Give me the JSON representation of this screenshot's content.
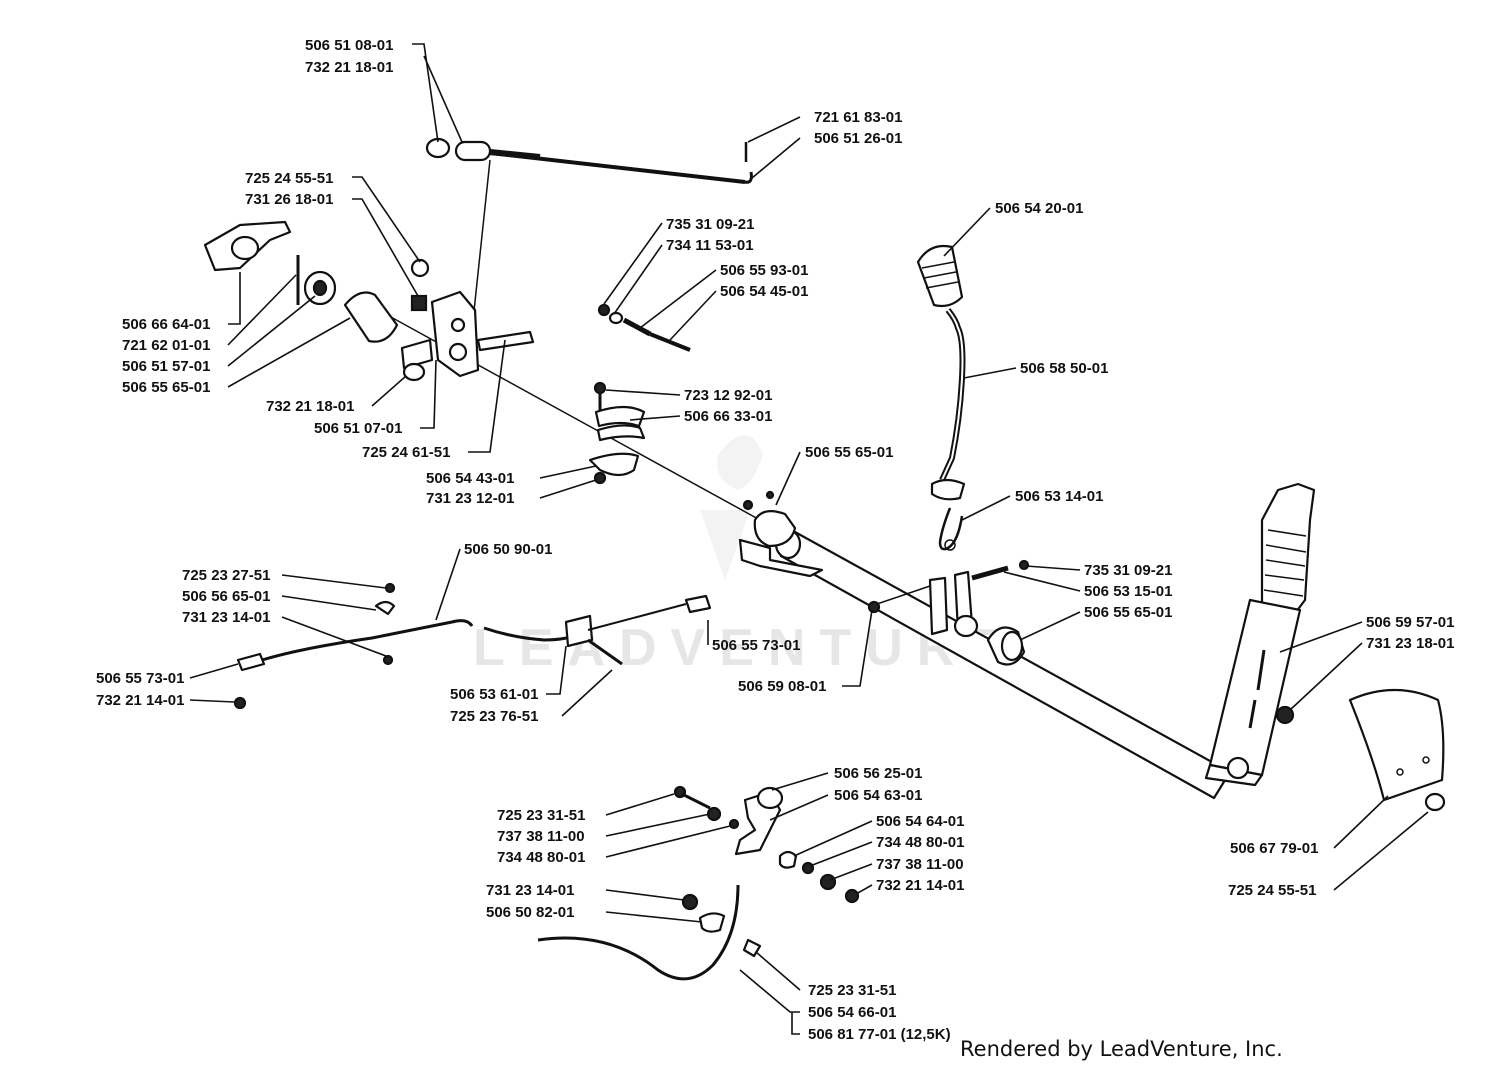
{
  "diagram": {
    "footer": "Rendered by LeadVenture, Inc.",
    "watermark": "LEADVENTURE",
    "labels": [
      {
        "id": "p01",
        "text": "506 51 08-01"
      },
      {
        "id": "p02",
        "text": "732 21 18-01"
      },
      {
        "id": "p03",
        "text": "721 61 83-01"
      },
      {
        "id": "p04",
        "text": "506 51 26-01"
      },
      {
        "id": "p05",
        "text": "725 24 55-51"
      },
      {
        "id": "p06",
        "text": "731 26 18-01"
      },
      {
        "id": "p07",
        "text": "735 31 09-21"
      },
      {
        "id": "p08",
        "text": "734 11 53-01"
      },
      {
        "id": "p09",
        "text": "506 55 93-01"
      },
      {
        "id": "p10",
        "text": "506 54 45-01"
      },
      {
        "id": "p11",
        "text": "506 54 20-01"
      },
      {
        "id": "p12",
        "text": "506 66 64-01"
      },
      {
        "id": "p13",
        "text": "721 62 01-01"
      },
      {
        "id": "p14",
        "text": "506 51 57-01"
      },
      {
        "id": "p15",
        "text": "506 55 65-01"
      },
      {
        "id": "p16",
        "text": "506 58 50-01"
      },
      {
        "id": "p17",
        "text": "723 12 92-01"
      },
      {
        "id": "p18",
        "text": "506 66 33-01"
      },
      {
        "id": "p19",
        "text": "732 21 18-01"
      },
      {
        "id": "p20",
        "text": "506 51 07-01"
      },
      {
        "id": "p21",
        "text": "725 24 61-51"
      },
      {
        "id": "p22",
        "text": "506 55 65-01"
      },
      {
        "id": "p23",
        "text": "506 54 43-01"
      },
      {
        "id": "p24",
        "text": "731 23 12-01"
      },
      {
        "id": "p25",
        "text": "506 53 14-01"
      },
      {
        "id": "p26",
        "text": "506 50 90-01"
      },
      {
        "id": "p27",
        "text": "725 23 27-51"
      },
      {
        "id": "p28",
        "text": "506 56 65-01"
      },
      {
        "id": "p29",
        "text": "731 23 14-01"
      },
      {
        "id": "p30",
        "text": "735 31 09-21"
      },
      {
        "id": "p31",
        "text": "506 53 15-01"
      },
      {
        "id": "p32",
        "text": "506 55 65-01"
      },
      {
        "id": "p33",
        "text": "506 59 57-01"
      },
      {
        "id": "p34",
        "text": "731 23 18-01"
      },
      {
        "id": "p35",
        "text": "506 55 73-01"
      },
      {
        "id": "p36",
        "text": "506 55 73-01"
      },
      {
        "id": "p37",
        "text": "732 21 14-01"
      },
      {
        "id": "p38",
        "text": "506 59 08-01"
      },
      {
        "id": "p39",
        "text": "506 53 61-01"
      },
      {
        "id": "p40",
        "text": "725 23 76-51"
      },
      {
        "id": "p41",
        "text": "506 56 25-01"
      },
      {
        "id": "p42",
        "text": "506 54 63-01"
      },
      {
        "id": "p43",
        "text": "725 23 31-51"
      },
      {
        "id": "p44",
        "text": "737 38 11-00"
      },
      {
        "id": "p45",
        "text": "506 54 64-01"
      },
      {
        "id": "p46",
        "text": "734 48 80-01"
      },
      {
        "id": "p47",
        "text": "734 48 80-01"
      },
      {
        "id": "p48",
        "text": "737 38 11-00"
      },
      {
        "id": "p49",
        "text": "506 67 79-01"
      },
      {
        "id": "p50",
        "text": "732 21 14-01"
      },
      {
        "id": "p51",
        "text": "731 23 14-01"
      },
      {
        "id": "p52",
        "text": "506 50 82-01"
      },
      {
        "id": "p53",
        "text": "725 24 55-51"
      },
      {
        "id": "p54",
        "text": "725 23 31-51"
      },
      {
        "id": "p55",
        "text": "506 54 66-01"
      },
      {
        "id": "p56",
        "text": "506 81 77-01 (12,5K)"
      }
    ]
  }
}
